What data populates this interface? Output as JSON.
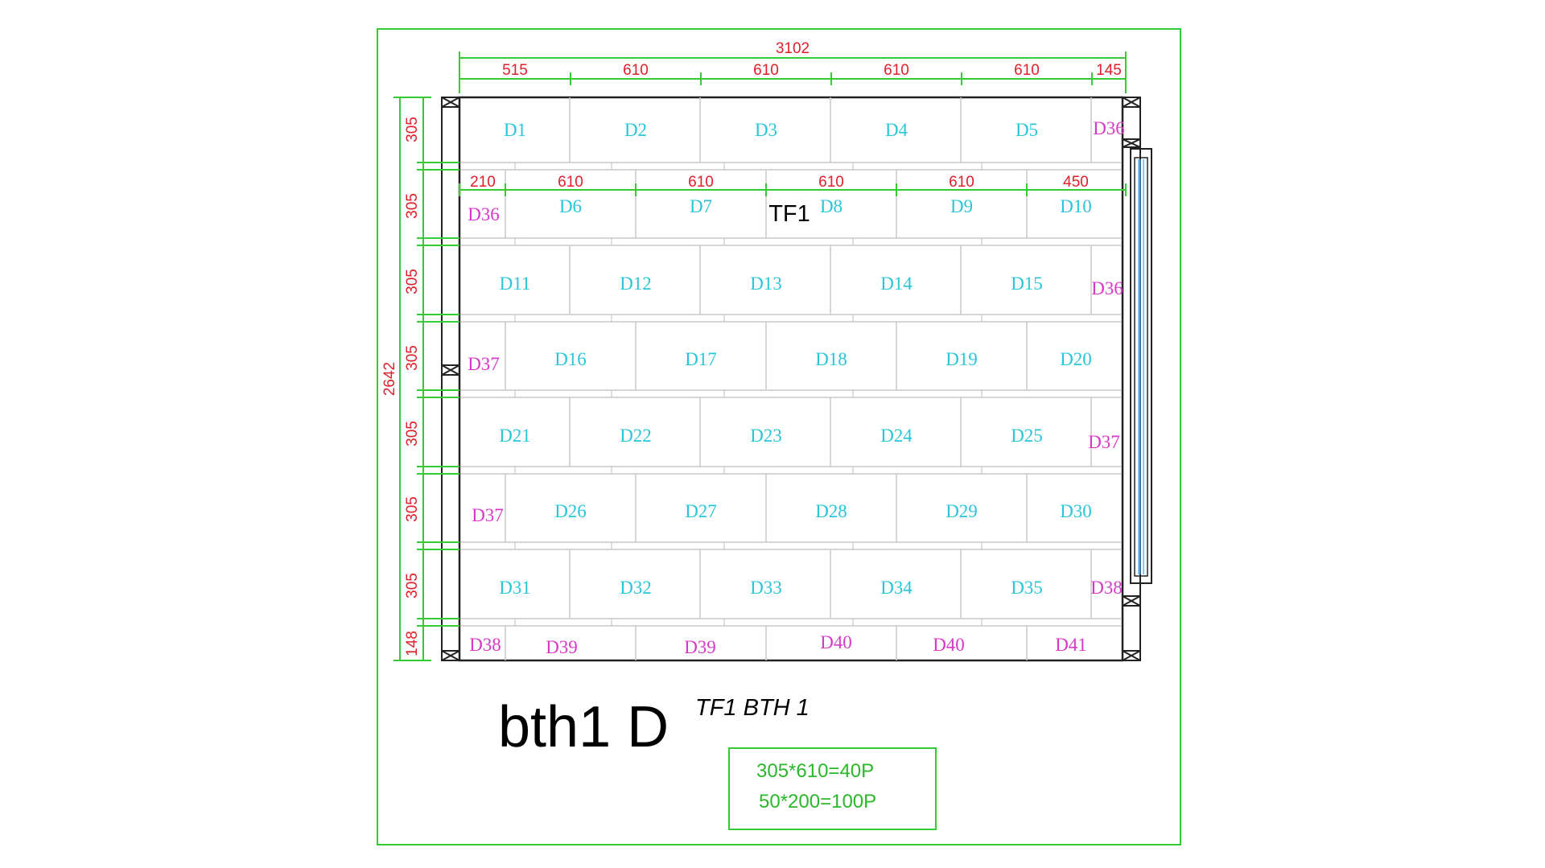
{
  "drawing": {
    "title": "bth1 D",
    "subtitle": "TF1 BTH 1",
    "tf_label": "TF1",
    "overall_width": "3102",
    "overall_height": "2642",
    "top_dims": [
      "515",
      "610",
      "610",
      "610",
      "610",
      "145"
    ],
    "row2_dims": [
      "210",
      "610",
      "610",
      "610",
      "610",
      "450"
    ],
    "left_dims": [
      "305",
      "305",
      "305",
      "305",
      "305",
      "305",
      "305",
      "148"
    ],
    "legend": [
      "305*610=40P",
      "50*200=100P"
    ],
    "colors": {
      "frame": "#33cc33",
      "dimension": "#e0202a",
      "tile_label": "#28c6d8",
      "cut_label": "#d838c8",
      "grid": "#c8c8c8"
    }
  },
  "tiles": [
    {
      "label": "D1",
      "kind": "full"
    },
    {
      "label": "D2",
      "kind": "full"
    },
    {
      "label": "D3",
      "kind": "full"
    },
    {
      "label": "D4",
      "kind": "full"
    },
    {
      "label": "D5",
      "kind": "full"
    },
    {
      "label": "D36",
      "kind": "cut"
    },
    {
      "label": "D36",
      "kind": "cut"
    },
    {
      "label": "D6",
      "kind": "full"
    },
    {
      "label": "D7",
      "kind": "full"
    },
    {
      "label": "D8",
      "kind": "full"
    },
    {
      "label": "D9",
      "kind": "full"
    },
    {
      "label": "D10",
      "kind": "full"
    },
    {
      "label": "D11",
      "kind": "full"
    },
    {
      "label": "D12",
      "kind": "full"
    },
    {
      "label": "D13",
      "kind": "full"
    },
    {
      "label": "D14",
      "kind": "full"
    },
    {
      "label": "D15",
      "kind": "full"
    },
    {
      "label": "D36",
      "kind": "cut"
    },
    {
      "label": "D37",
      "kind": "cut"
    },
    {
      "label": "D16",
      "kind": "full"
    },
    {
      "label": "D17",
      "kind": "full"
    },
    {
      "label": "D18",
      "kind": "full"
    },
    {
      "label": "D19",
      "kind": "full"
    },
    {
      "label": "D20",
      "kind": "full"
    },
    {
      "label": "D21",
      "kind": "full"
    },
    {
      "label": "D22",
      "kind": "full"
    },
    {
      "label": "D23",
      "kind": "full"
    },
    {
      "label": "D24",
      "kind": "full"
    },
    {
      "label": "D25",
      "kind": "full"
    },
    {
      "label": "D37",
      "kind": "cut"
    },
    {
      "label": "D37",
      "kind": "cut"
    },
    {
      "label": "D26",
      "kind": "full"
    },
    {
      "label": "D27",
      "kind": "full"
    },
    {
      "label": "D28",
      "kind": "full"
    },
    {
      "label": "D29",
      "kind": "full"
    },
    {
      "label": "D30",
      "kind": "full"
    },
    {
      "label": "D31",
      "kind": "full"
    },
    {
      "label": "D32",
      "kind": "full"
    },
    {
      "label": "D33",
      "kind": "full"
    },
    {
      "label": "D34",
      "kind": "full"
    },
    {
      "label": "D35",
      "kind": "full"
    },
    {
      "label": "D38",
      "kind": "cut"
    },
    {
      "label": "D38",
      "kind": "cut"
    },
    {
      "label": "D39",
      "kind": "cut"
    },
    {
      "label": "D39",
      "kind": "cut"
    },
    {
      "label": "D40",
      "kind": "cut"
    },
    {
      "label": "D40",
      "kind": "cut"
    },
    {
      "label": "D41",
      "kind": "cut"
    }
  ]
}
